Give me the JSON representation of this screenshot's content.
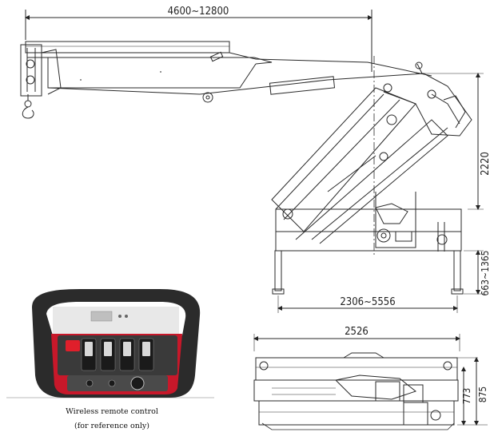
{
  "dimensions": {
    "reach": "4600~12800",
    "height": "2220",
    "outrigger_height": "663~1365",
    "outrigger_span": "2306~5556",
    "base_width": "2526",
    "plan_depth_inner": "773",
    "plan_depth_outer": "875"
  },
  "remote": {
    "caption_line1": "Wireless remote control",
    "caption_line2": "(for reference only)"
  },
  "colors": {
    "line": "#2a2a2a",
    "remote_body": "#2b2b2b",
    "remote_panel": "#c8182a",
    "stop_button": "#e01f2b"
  }
}
